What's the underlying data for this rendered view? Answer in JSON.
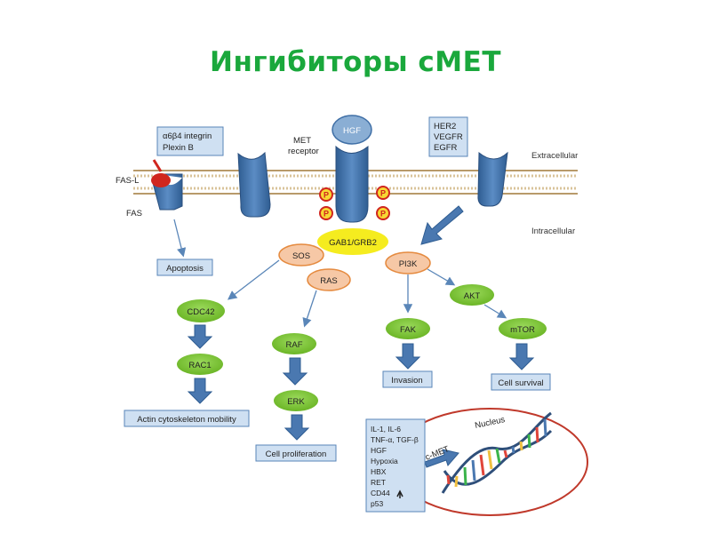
{
  "title": "Ингибиторы cMET",
  "labels": {
    "integrin_box": [
      "α6β4 integrin",
      "Plexin B"
    ],
    "met_receptor": [
      "MET",
      "receptor"
    ],
    "hgf": "HGF",
    "her_box": [
      "HER2",
      "VEGFR",
      "EGFR"
    ],
    "extracellular": "Extracellular",
    "intracellular": "Intracellular",
    "fas_l": "FAS-L",
    "fas": "FAS",
    "phospho": "P",
    "gab1_grb2": "GAB1/GRB2",
    "sos": "SOS",
    "ras": "RAS",
    "pi3k": "PI3K",
    "akt": "AKT",
    "cdc42": "CDC42",
    "rac1": "RAC1",
    "raf": "RAF",
    "erk": "ERK",
    "fak": "FAK",
    "mtor": "mTOR",
    "apoptosis": "Apoptosis",
    "actin": "Actin cytoskeleton mobility",
    "proliferation": "Cell proliferation",
    "invasion": "Invasion",
    "survival": "Cell survival",
    "nucleus": "Nucleus",
    "cmet": "c-MET",
    "regulators": [
      "IL-1, IL-6",
      "TNF-α, TGF-β",
      "HGF",
      "Hypoxia",
      "HBX",
      "RET",
      "CD44",
      "p53"
    ],
    "up_arrow": "🡩"
  },
  "colors": {
    "title": "#1aa83c",
    "receptor_blue": "#3f6fa6",
    "node_green": "#7cc832",
    "node_orange": "#f6c8a6",
    "gab_yellow": "#f5ec1f",
    "phospho_yellow": "#f7d733",
    "phospho_red": "#d0261e",
    "box_fill": "#cfe0f2",
    "nucleus_red": "#c0392b"
  }
}
